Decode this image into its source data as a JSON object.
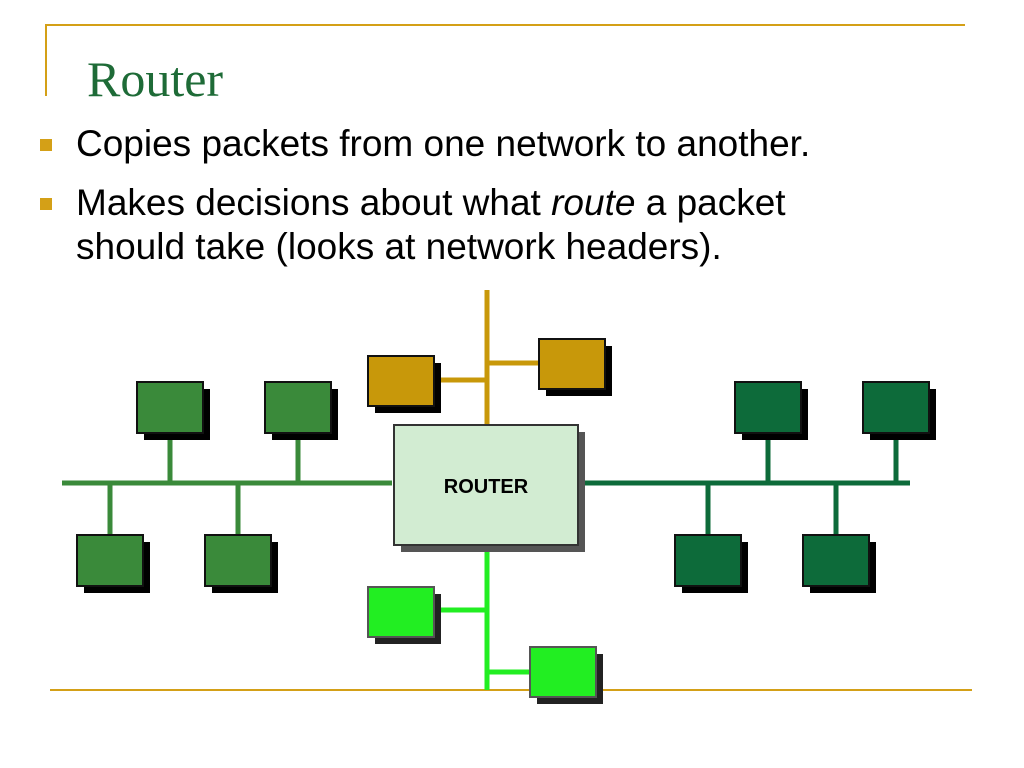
{
  "slide": {
    "title": "Router",
    "bullets": [
      {
        "text": "Copies packets from one network to another."
      },
      {
        "pre": "Makes decisions about what ",
        "em": "route",
        "post": " a packet",
        "line2": "should take (looks at network headers)."
      }
    ]
  },
  "diagram": {
    "router_label": "ROUTER",
    "colors": {
      "frame": "#d4a017",
      "bullet": "#d4a017",
      "title": "#1e6b37",
      "left_network": "#3a8a3a",
      "right_network": "#0d6b3a",
      "top_network": "#c8980a",
      "bottom_network": "#22ee22",
      "router_fill": "#d2ecd2"
    }
  }
}
